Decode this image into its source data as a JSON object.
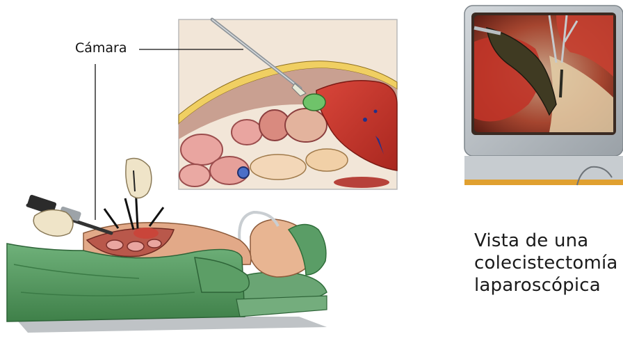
{
  "labels": {
    "camera": "Cámara"
  },
  "caption": {
    "line1": "Vista de una",
    "line2": "colecistectomía",
    "line3": "laparoscópica"
  },
  "colors": {
    "drape_green": "#4f9a5a",
    "liver_red": "#c8352a",
    "skin": "#e8b592",
    "monitor_frame": "#b9bfc4"
  }
}
